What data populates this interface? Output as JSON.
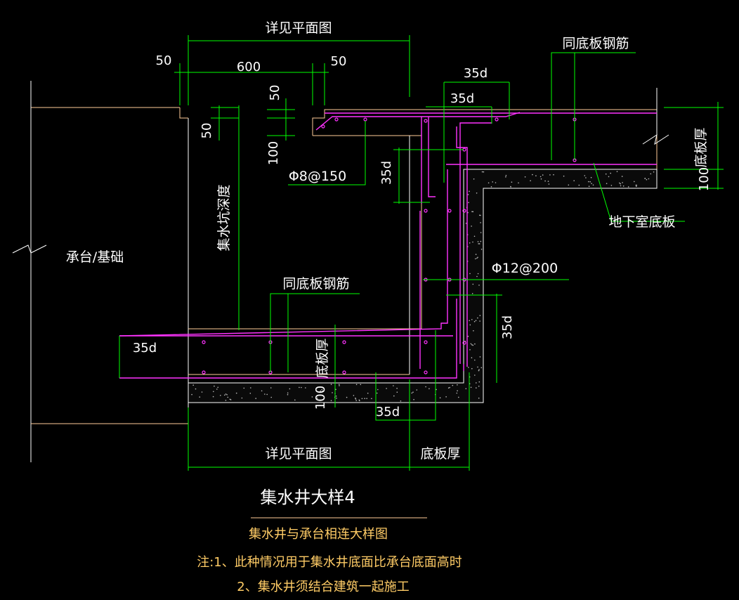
{
  "colors": {
    "background": "#000000",
    "dimension": "#00ff00",
    "rebar": "#ff33ff",
    "outline": "#ffffff",
    "concrete": "#ffcc99",
    "text": "#ffffff",
    "note": "#ffcc66"
  },
  "labels": {
    "see_plan_top": "详见平面图",
    "see_plan_bottom": "详见平面图",
    "dim_50_left": "50",
    "dim_600": "600",
    "dim_50_right": "50",
    "dim_50_vert": "50",
    "dim_50_side": "50",
    "dim_100_vert": "100",
    "dim_35d_top_a": "35d",
    "dim_35d_top_b": "35d",
    "dim_35d_mid": "35d",
    "dim_35d_left": "35d",
    "dim_35d_right": "35d",
    "dim_35d_bottom": "35d",
    "same_rebar_top": "同底板钢筋",
    "same_rebar_mid": "同底板钢筋",
    "slab_thickness_right": "底板厚",
    "slab_thickness_mid": "底板厚",
    "slab_thickness_bottom": "底板厚",
    "dim_100_right": "100",
    "dim_100_bottom": "100",
    "basement_slab": "地下室底板",
    "pit_depth": "集水坑深度",
    "cap_foundation": "承台/基础",
    "rebar_phi8": "Φ8@150",
    "rebar_phi12": "Φ12@200"
  },
  "title": {
    "main": "集水井大样4",
    "subtitle": "集水井与承台相连大样图",
    "note1": "注:1、此种情况用于集水井底面比承台底面高时",
    "note2": "2、集水井须结合建筑一起施工"
  }
}
